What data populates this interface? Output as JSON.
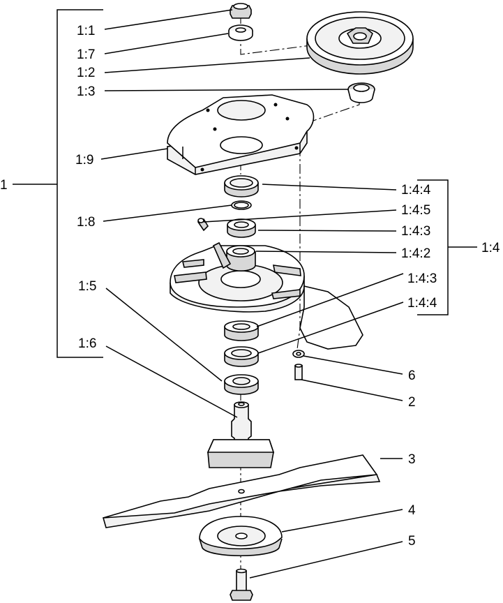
{
  "callouts": {
    "assembly": "1",
    "nut": "1:1",
    "washer": "1:7",
    "pulley": "1:2",
    "pulley_bushing": "1:3",
    "guard": "1:9",
    "bearing_housing_group": "1:4",
    "seal_top": "1:4:4",
    "snap_ring": "1:8",
    "grease_fitting": "1:4:5",
    "bearing_top": "1:4:3",
    "housing": "1:4:2",
    "bearing_bottom": "1:4:3",
    "seal_bottom": "1:4:4",
    "spacer": "1:5",
    "spindle_shaft": "1:6",
    "bolt": "2",
    "blade": "3",
    "blade_cup": "4",
    "blade_bolt": "5",
    "washer_small": "6"
  }
}
